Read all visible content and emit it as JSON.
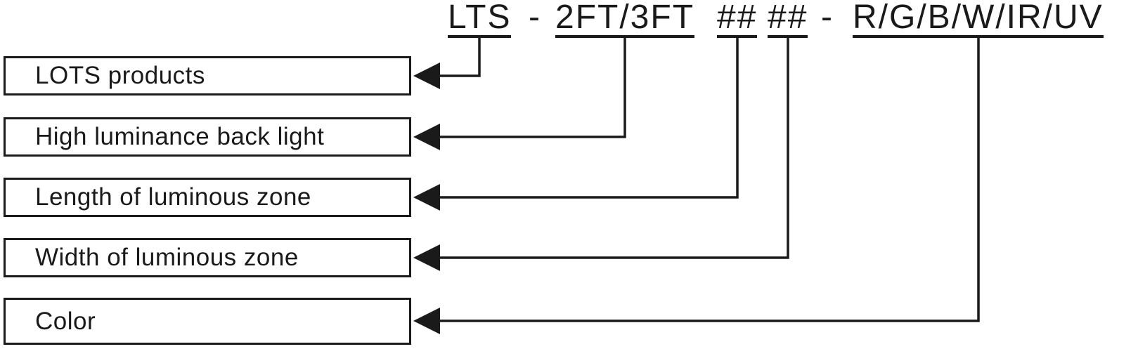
{
  "part_code": {
    "product": "LTS",
    "separator1": "-",
    "size": "2FT/3FT",
    "length_placeholder": "##",
    "width_placeholder": "##",
    "separator2": "-",
    "color_options": "R/G/B/W/IR/UV"
  },
  "legend": [
    {
      "label": "LOTS products"
    },
    {
      "label": "High luminance back light"
    },
    {
      "label": "Length of luminous zone"
    },
    {
      "label": "Width of luminous zone"
    },
    {
      "label": "Color"
    }
  ],
  "colors": {
    "ink": "#1a1a1a",
    "background": "#ffffff"
  }
}
